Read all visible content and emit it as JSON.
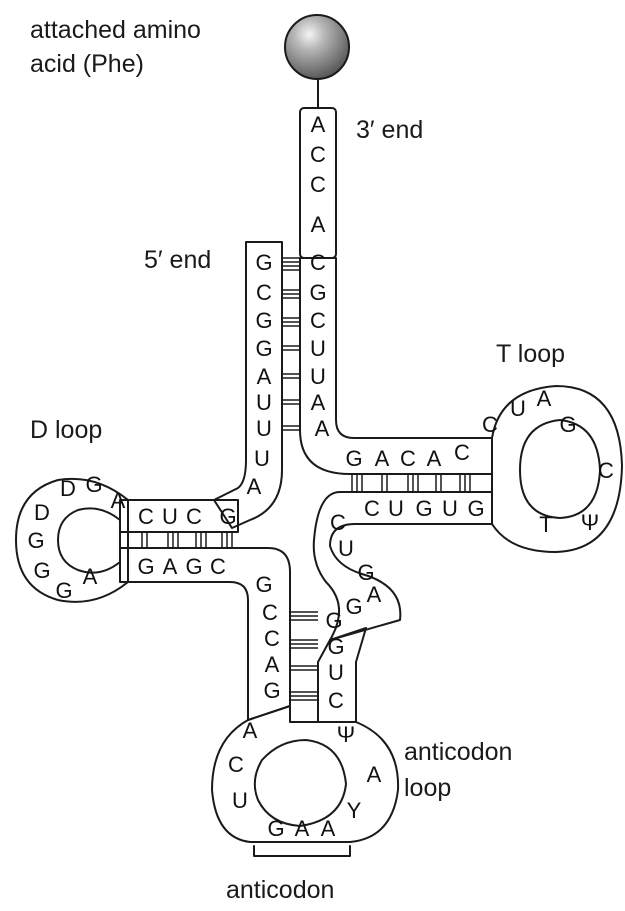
{
  "labels": {
    "amino_acid_line1": "attached amino",
    "amino_acid_line2": "acid (Phe)",
    "three_prime": "3′ end",
    "five_prime": "5′ end",
    "t_loop": "T loop",
    "d_loop": "D loop",
    "anticodon_loop_line1": "anticodon",
    "anticodon_loop_line2": "loop",
    "anticodon": "anticodon"
  },
  "colors": {
    "acceptor_fill": "#c8c8c8",
    "d_loop_fill": "#6e6e6e",
    "anticodon_fill": "#cfcfcf",
    "backbone_fill": "#ffffff",
    "amino_acid_ball": "#9a9a9a",
    "line": "#1a1a1a"
  },
  "sequences": {
    "acceptor_3prime": [
      "A",
      "C",
      "C",
      "A",
      "C",
      "G",
      "C",
      "U",
      "U",
      "A",
      "A"
    ],
    "acceptor_5prime": [
      "G",
      "C",
      "G",
      "G",
      "A",
      "U",
      "U",
      "U",
      "A"
    ],
    "d_stem_top": [
      "C",
      "U",
      "C",
      "G"
    ],
    "d_loop": [
      "A",
      "G",
      "D",
      "D",
      "G",
      "G",
      "G",
      "A"
    ],
    "d_stem_bottom": [
      "G",
      "A",
      "G",
      "C"
    ],
    "t_stem_top": [
      "G",
      "A",
      "C",
      "A",
      "C"
    ],
    "t_loop": [
      "C",
      "U",
      "A",
      "G",
      "C",
      "Ψ",
      "T"
    ],
    "t_stem_bottom": [
      "G",
      "U",
      "G",
      "U",
      "C"
    ],
    "variable_region": [
      "C",
      "U",
      "G",
      "A",
      "G"
    ],
    "anticodon_stem_left": [
      "G",
      "C",
      "C",
      "A",
      "G"
    ],
    "anticodon_stem_right": [
      "G",
      "G",
      "U",
      "C"
    ],
    "anticodon_loop": [
      "A",
      "C",
      "U",
      "G",
      "A",
      "A",
      "Y",
      "A",
      "Ψ"
    ]
  }
}
